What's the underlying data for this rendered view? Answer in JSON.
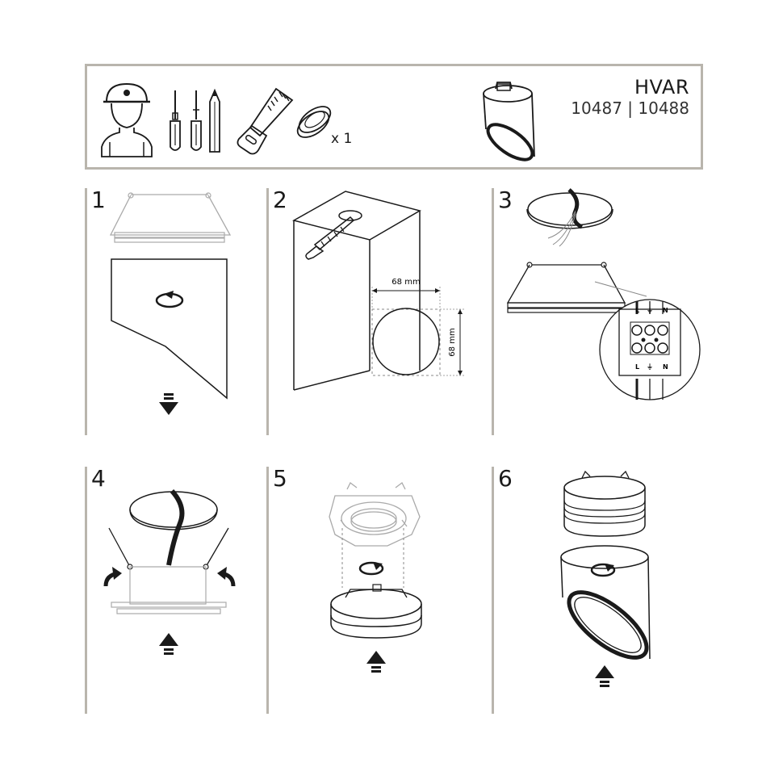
{
  "header": {
    "title": "HVAR",
    "codes": "10487 | 10488",
    "quantity": "x 1",
    "tools": [
      "electrician-icon",
      "screwdriver-flat-icon",
      "screwdriver-phillips-icon",
      "pencil-icon",
      "hole-saw-icon",
      "led-module-icon"
    ]
  },
  "steps": [
    {
      "number": "1"
    },
    {
      "number": "2",
      "dim_width": "68 mm",
      "dim_height": "68 mm"
    },
    {
      "number": "3",
      "terminal_top": [
        "L",
        "N"
      ],
      "terminal_bottom": [
        "L",
        "N"
      ]
    },
    {
      "number": "4"
    },
    {
      "number": "5"
    },
    {
      "number": "6"
    }
  ],
  "colors": {
    "frame": "#b9b5ad",
    "line": "#1a1a1a",
    "dashed": "#888888",
    "light": "#aaaaaa"
  }
}
